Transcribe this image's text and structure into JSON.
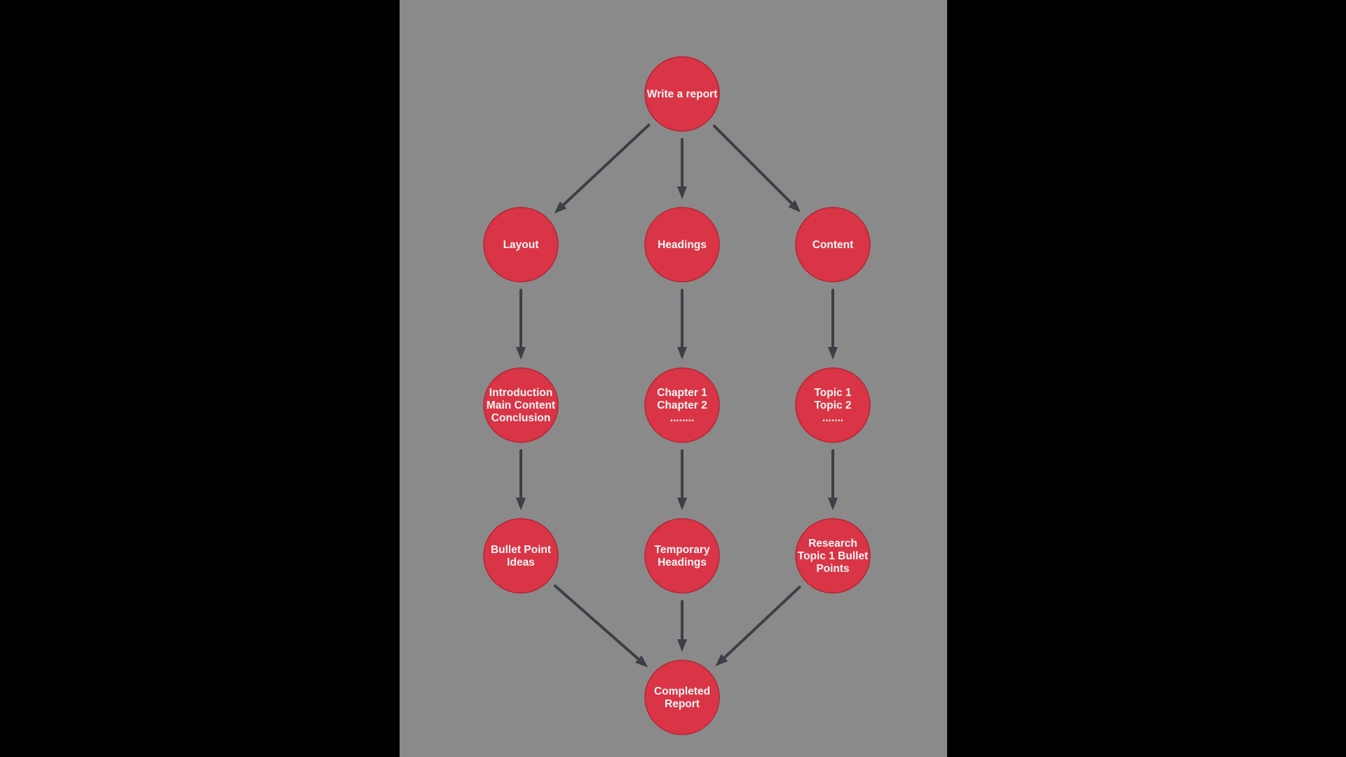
{
  "colors": {
    "background": "#000000",
    "panel": "#8a8a8a",
    "node_fill": "#d93546",
    "node_stroke": "#b52535",
    "node_text": "#f5f5f5",
    "edge": "#3c3f46"
  },
  "nodes": [
    {
      "id": "write",
      "lines": [
        "Write a report"
      ]
    },
    {
      "id": "layout",
      "lines": [
        "Layout"
      ]
    },
    {
      "id": "headings",
      "lines": [
        "Headings"
      ]
    },
    {
      "id": "content",
      "lines": [
        "Content"
      ]
    },
    {
      "id": "sections",
      "lines": [
        "Introduction",
        "Main Content",
        "Conclusion"
      ]
    },
    {
      "id": "chapters",
      "lines": [
        "Chapter 1",
        "Chapter 2",
        "........"
      ]
    },
    {
      "id": "topics",
      "lines": [
        "Topic 1",
        "Topic 2",
        "......."
      ]
    },
    {
      "id": "bullets",
      "lines": [
        "Bullet Point",
        "Ideas"
      ]
    },
    {
      "id": "temp",
      "lines": [
        "Temporary",
        "Headings"
      ]
    },
    {
      "id": "research",
      "lines": [
        "Research",
        "Topic 1 Bullet",
        "Points"
      ]
    },
    {
      "id": "completed",
      "lines": [
        "Completed",
        "Report"
      ]
    }
  ],
  "edges": [
    {
      "from": "write",
      "to": "layout"
    },
    {
      "from": "write",
      "to": "headings"
    },
    {
      "from": "write",
      "to": "content"
    },
    {
      "from": "layout",
      "to": "sections"
    },
    {
      "from": "headings",
      "to": "chapters"
    },
    {
      "from": "content",
      "to": "topics"
    },
    {
      "from": "sections",
      "to": "bullets"
    },
    {
      "from": "chapters",
      "to": "temp"
    },
    {
      "from": "topics",
      "to": "research"
    },
    {
      "from": "bullets",
      "to": "completed"
    },
    {
      "from": "temp",
      "to": "completed"
    },
    {
      "from": "research",
      "to": "completed"
    }
  ]
}
